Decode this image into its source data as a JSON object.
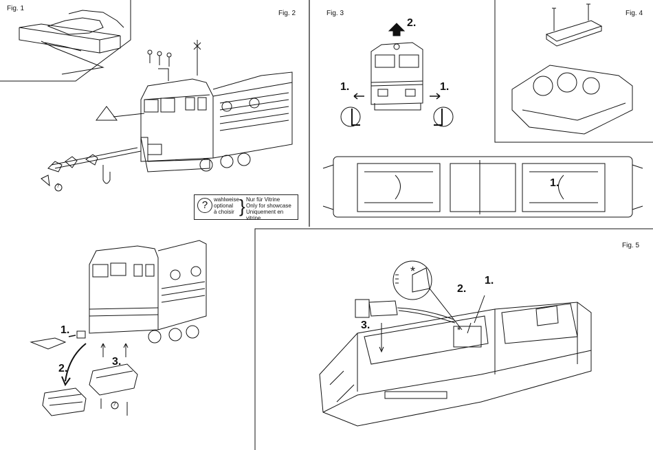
{
  "figures": {
    "fig1": "Fig. 1",
    "fig2": "Fig. 2",
    "fig3": "Fig. 3",
    "fig4": "Fig. 4",
    "fig5": "Fig. 5"
  },
  "steps": {
    "fig3_top": "2.",
    "fig3_left": "1.",
    "fig3_right": "1.",
    "fig3_bottom": "1.",
    "lower_left_1": "1.",
    "lower_left_2": "2.",
    "lower_left_3": "3.",
    "fig5_1": "1.",
    "fig5_2": "2.",
    "fig5_3": "3."
  },
  "symbols": {
    "optional": "?",
    "asterisk": "*"
  },
  "legend": {
    "left_line1": "wahlweise",
    "left_line2": "optional",
    "left_line3": "à choisir",
    "brace": "}",
    "right_line1": "Nur für Vitrine",
    "right_line2": "Only for showcase",
    "right_line3": "Uniquement en vitrine"
  }
}
